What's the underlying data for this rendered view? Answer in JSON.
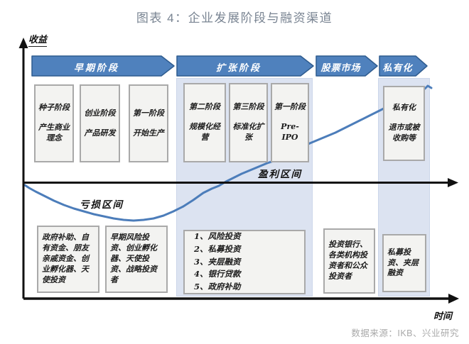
{
  "title": "图表 4：企业发展阶段与融资渠道",
  "axes": {
    "y_label": "收益",
    "x_label": "时间"
  },
  "stage_arrows": [
    {
      "label": "早期阶段"
    },
    {
      "label": "扩张阶段"
    },
    {
      "label": "股票市场"
    },
    {
      "label": "私有化"
    }
  ],
  "stage_boxes": [
    {
      "title": "种子阶段",
      "desc": "产生商业理念"
    },
    {
      "title": "创业阶段",
      "desc": "产品研发"
    },
    {
      "title": "第一阶段",
      "desc": "开始生产"
    },
    {
      "title": "第二阶段",
      "desc": "规模化经营"
    },
    {
      "title": "第三阶段",
      "desc": "标准化扩张"
    },
    {
      "title": "第一阶段",
      "desc": "Pre-IPO"
    },
    {
      "title": "私有化",
      "desc": "退市或被收购等"
    }
  ],
  "regions": {
    "loss": "亏损区间",
    "profit": "盈利区间"
  },
  "funding_boxes": {
    "early_1": "政府补助、自有资金、朋友亲戚资金、创业孵化器、天使投资",
    "early_2": "早期风险投资、创业孵化器、天使投资、战略投资者",
    "expansion_list": [
      "1、风险投资",
      "2、私募投资",
      "3、夹层融资",
      "4、银行贷款",
      "5、政府补助"
    ],
    "stock_market": "投资银行、各类机构投资者和公众投资者",
    "privatization": "私募投资、夹层融资"
  },
  "source": "数据来源：IKB、兴业研究",
  "colors": {
    "stage_arrow_fill": "#4f81bd",
    "stage_arrow_border": "#2f5c8f",
    "column_band": "#dce3f1",
    "curve": "#4c7dba",
    "title_text": "#798492",
    "box_bg": "#f3f3f1",
    "box_border": "#a9a9a9",
    "axis": "#111111",
    "source_text": "#a9a9a9"
  }
}
